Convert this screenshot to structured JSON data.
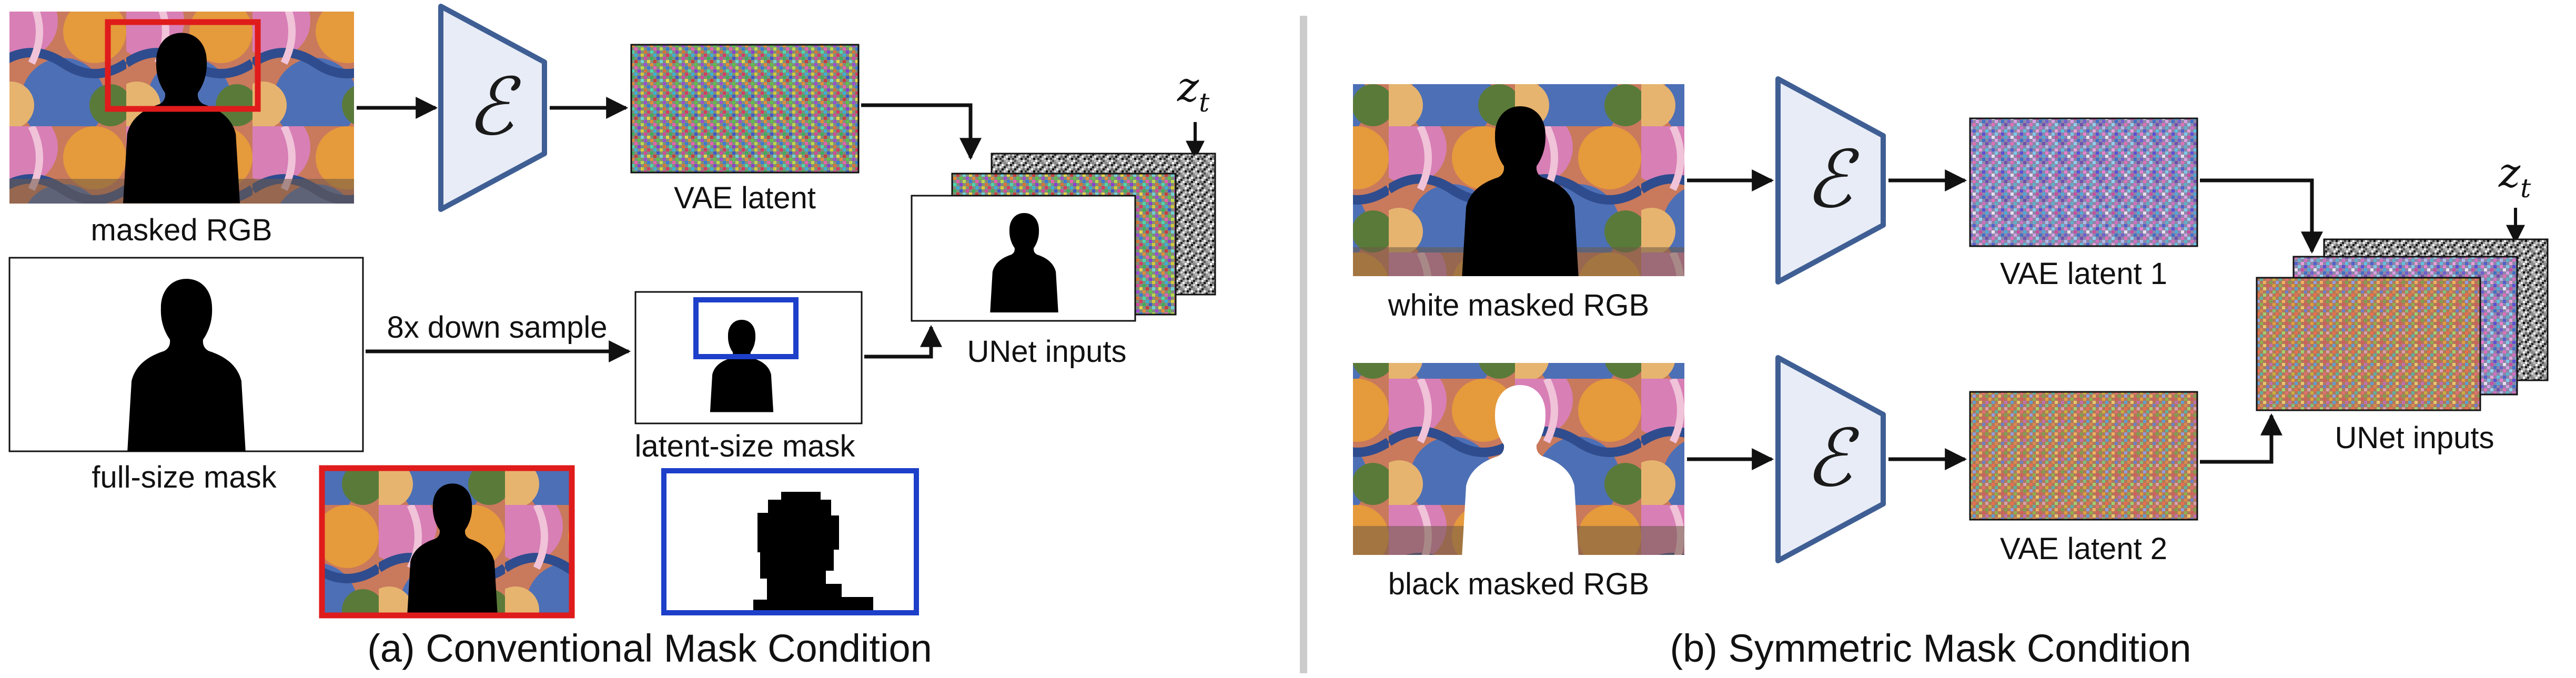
{
  "panel_a": {
    "caption": "(a) Conventional Mask Condition",
    "masked_rgb_label": "masked RGB",
    "vae_latent_label": "VAE latent",
    "full_mask_label": "full-size mask",
    "downsample_label": "8x down sample",
    "latent_mask_label": "latent-size mask",
    "unet_label": "UNet inputs",
    "noise_label": "z",
    "noise_subscript": "t",
    "encoder_symbol": "ℰ"
  },
  "panel_b": {
    "caption": "(b) Symmetric Mask Condition",
    "white_rgb_label": "white masked RGB",
    "black_rgb_label": "black masked RGB",
    "latent1_label": "VAE latent 1",
    "latent2_label": "VAE latent 2",
    "unet_label": "UNet inputs",
    "noise_label": "z",
    "noise_subscript": "t",
    "encoder_symbol": "ℰ"
  },
  "colors": {
    "encoder_fill": "#e8ecf6",
    "encoder_stroke": "#3f5f94",
    "red_box": "#e01b1b",
    "blue_box": "#1d3fc9",
    "divider": "#cccccc"
  }
}
